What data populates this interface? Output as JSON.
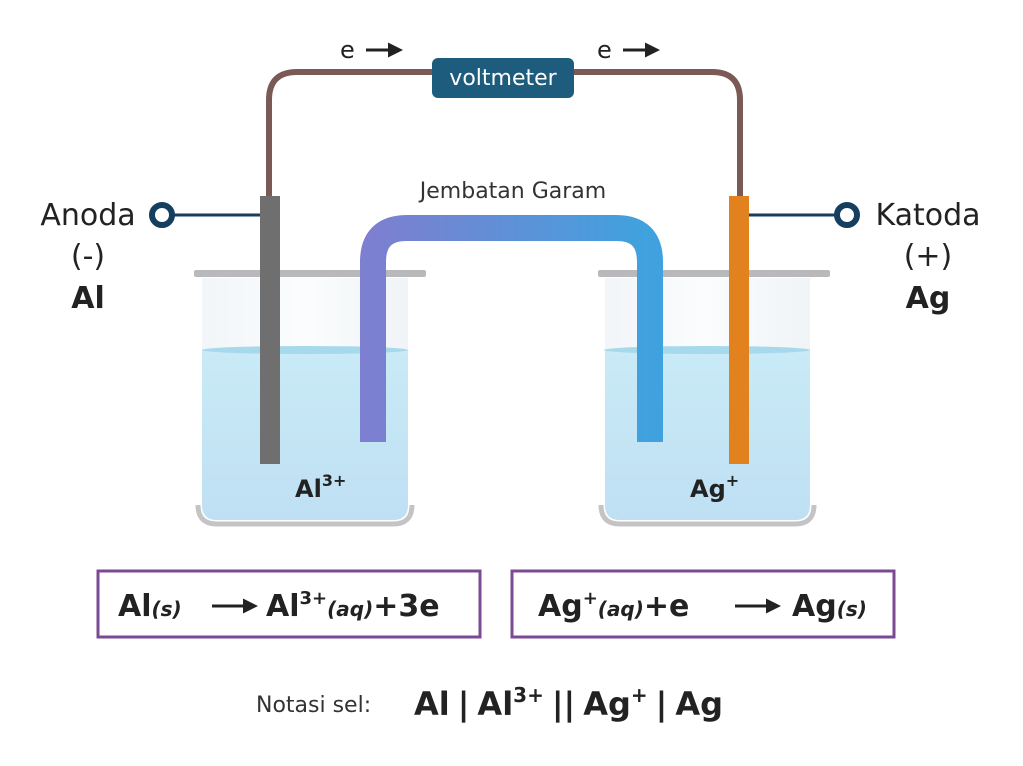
{
  "labels": {
    "electron_left": "e",
    "electron_right": "e",
    "voltmeter": "voltmeter",
    "salt_bridge": "Jembatan Garam",
    "anode": {
      "name": "Anoda",
      "sign": "(-)",
      "metal": "Al"
    },
    "cathode": {
      "name": "Katoda",
      "sign": "(+)",
      "metal": "Ag"
    },
    "left_ion": {
      "base": "Al",
      "charge": "3+"
    },
    "right_ion": {
      "base": "Ag",
      "charge": "+"
    }
  },
  "reactions": {
    "anode": {
      "reactant": "Al",
      "reactant_state": "(s)",
      "product": "Al",
      "product_charge": "3+",
      "product_state": "(aq)",
      "tail": "+3e"
    },
    "cathode": {
      "reactant": "Ag",
      "reactant_charge": "+",
      "reactant_state": "(aq)",
      "middle": "+e",
      "product": "Ag",
      "product_state": "(s)"
    }
  },
  "notation": {
    "label": "Notasi sel:",
    "anode_metal": "Al",
    "sep1": "|",
    "anode_ion": "Al",
    "anode_ion_charge": "3+",
    "sep2": "||",
    "cathode_ion": "Ag",
    "cathode_ion_charge": "+",
    "sep3": "|",
    "cathode_metal": "Ag"
  },
  "colors": {
    "wire": "#7a5a55",
    "voltmeter": "#1e5c7e",
    "terminal": "#153f5e",
    "salt_bridge_start": "#7d7fd0",
    "salt_bridge_end": "#3fa2de",
    "anode_electrode": "#6f6f70",
    "cathode_electrode": "#e2821f",
    "solution": "#bfe3f4",
    "reaction_border": "#7b4a93"
  }
}
